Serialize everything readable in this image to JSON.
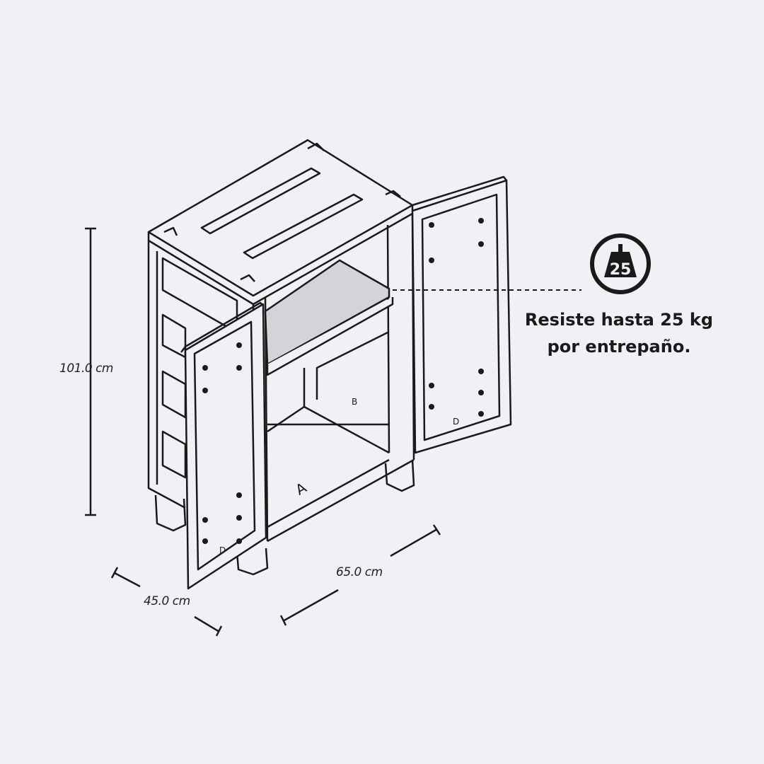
{
  "dimensions": {
    "height": "101.0 cm",
    "depth": "45.0 cm",
    "width": "65.0 cm"
  },
  "load_icon": {
    "icon": "weight-icon",
    "value": "25"
  },
  "caption": {
    "line1": "Resiste hasta 25 kg",
    "line2": "por entrepaño."
  },
  "part_labels": [
    "A",
    "B",
    "D"
  ],
  "colors": {
    "background": "#f0f1f5",
    "line": "#1a1a1a",
    "shelf": "#d3d4d8"
  }
}
